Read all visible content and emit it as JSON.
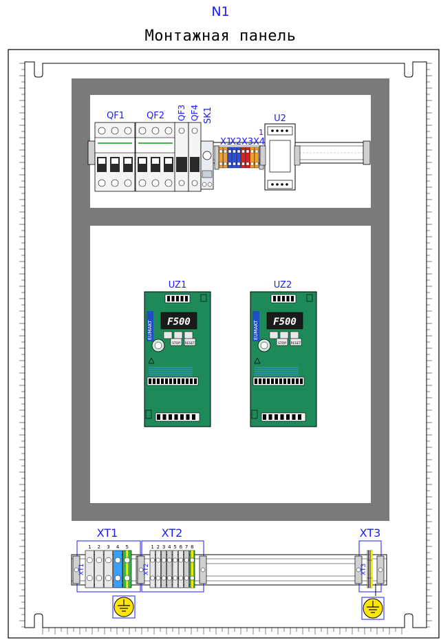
{
  "header": {
    "id": "N1",
    "title": "Монтажная панель"
  },
  "top_din": {
    "devices": [
      {
        "id": "QF1"
      },
      {
        "id": "QF2"
      },
      {
        "id": "QF3"
      },
      {
        "id": "QF4"
      },
      {
        "id": "SK1"
      },
      {
        "id": "X1"
      },
      {
        "id": "X2"
      },
      {
        "id": "X3"
      },
      {
        "id": "X4"
      },
      {
        "id": "U2"
      }
    ],
    "x4_marker": "1"
  },
  "drives": [
    {
      "id": "UZ1",
      "model": "F500",
      "brand": "EUMAKT"
    },
    {
      "id": "UZ2",
      "model": "F500",
      "brand": "EUMAKT"
    }
  ],
  "drive_buttons": {
    "stop": "STOP",
    "reset": "RESET"
  },
  "terminal_blocks": [
    {
      "id": "XT1",
      "side_label": "XT1",
      "numbers": [
        "1",
        "2",
        "3",
        "4",
        "5"
      ]
    },
    {
      "id": "XT2",
      "side_label": "XT2",
      "numbers": [
        "1",
        "2",
        "3",
        "4",
        "5",
        "6",
        "7",
        "8"
      ]
    },
    {
      "id": "XT3",
      "side_label": "XT3",
      "numbers": []
    }
  ],
  "colors": {
    "label_blue": "#1a1aff",
    "panel_gray": "#7a7a7a",
    "drive_green": "#1e8a5a",
    "ground_yellow": "#ffe600",
    "terminal_blue": "#3aa0ff",
    "terminal_orange": "#f0a030",
    "terminal_red": "#e02020"
  }
}
